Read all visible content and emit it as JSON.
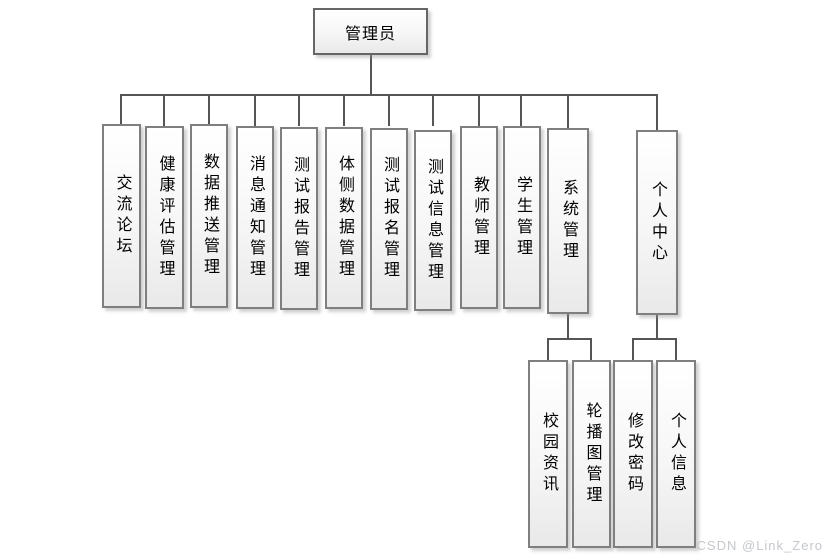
{
  "diagram": {
    "root": {
      "label": "管理员"
    },
    "level1": [
      {
        "label": "交流论坛"
      },
      {
        "label": "健康评估管理"
      },
      {
        "label": "数据推送管理"
      },
      {
        "label": "消息通知管理"
      },
      {
        "label": "测试报告管理"
      },
      {
        "label": "体侧数据管理"
      },
      {
        "label": "测试报名管理"
      },
      {
        "label": "测试信息管理"
      },
      {
        "label": "教师管理"
      },
      {
        "label": "学生管理"
      },
      {
        "label": "系统管理"
      },
      {
        "label": "个人中心"
      }
    ],
    "level2": [
      {
        "label": "校园资讯",
        "parent": "系统管理"
      },
      {
        "label": "轮播图管理",
        "parent": "系统管理"
      },
      {
        "label": "修改密码",
        "parent": "个人中心"
      },
      {
        "label": "个人信息",
        "parent": "个人中心"
      }
    ]
  },
  "watermark": "CSDN @Link_Zero",
  "colors": {
    "line": "#555555",
    "box_border": "#7f7f7f",
    "box_fill_top": "#ffffff",
    "box_fill_bottom": "#e9e9e9",
    "watermark": "#c5c8cc"
  }
}
